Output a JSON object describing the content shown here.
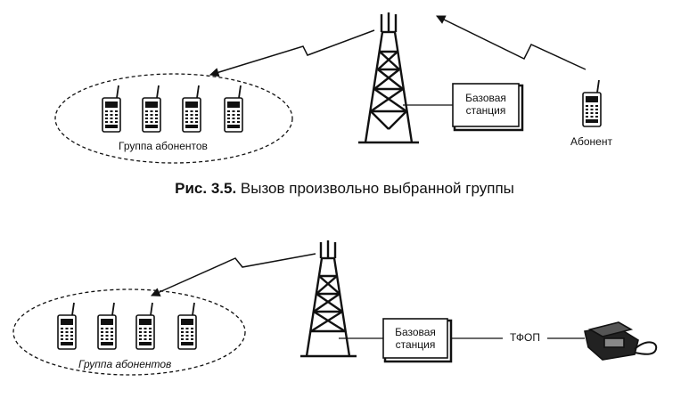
{
  "figure1": {
    "group_label": "Группа абонентов",
    "base_station_line1": "Базовая",
    "base_station_line2": "станция",
    "subscriber_label": "Абонент",
    "caption_bold": "Рис. 3.5.",
    "caption_text": " Вызов произвольно выбранной группы"
  },
  "figure2": {
    "group_label": "Группа абонентов",
    "base_station_line1": "Базовая",
    "base_station_line2": "станция",
    "network_label": "ТФОП"
  }
}
